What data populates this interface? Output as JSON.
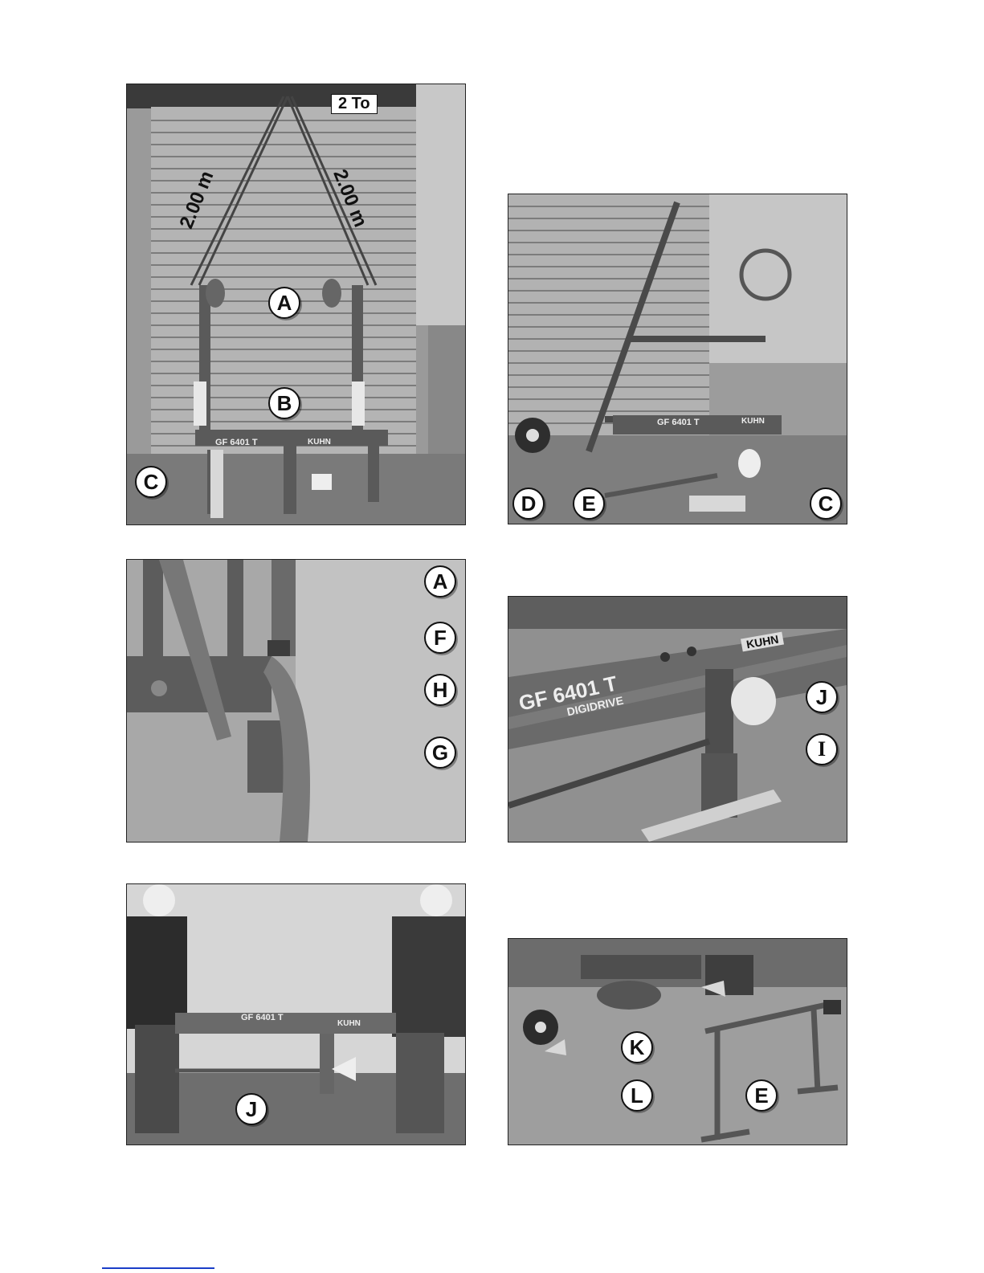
{
  "photos": {
    "p1": {
      "callouts": [
        "A",
        "B",
        "C"
      ],
      "load_label": "2 To",
      "length_left": "2.00 m",
      "length_right": "2.00 m",
      "machine_text": "GF 6401 T",
      "brand": "KUHN"
    },
    "p2": {
      "callouts": [
        "D",
        "E",
        "C"
      ],
      "machine_text": "GF 6401 T",
      "brand": "KUHN"
    },
    "p3": {
      "callouts": [
        "A",
        "F",
        "H",
        "G"
      ]
    },
    "p4": {
      "callouts": [
        "J",
        "I"
      ],
      "machine_text": "GF 6401 T",
      "machine_sub": "DIGIDRIVE",
      "brand": "KUHN"
    },
    "p5": {
      "callouts": [
        "J"
      ],
      "machine_text": "GF 6401 T",
      "brand": "KUHN"
    },
    "p6": {
      "callouts": [
        "K",
        "L",
        "E"
      ]
    }
  }
}
